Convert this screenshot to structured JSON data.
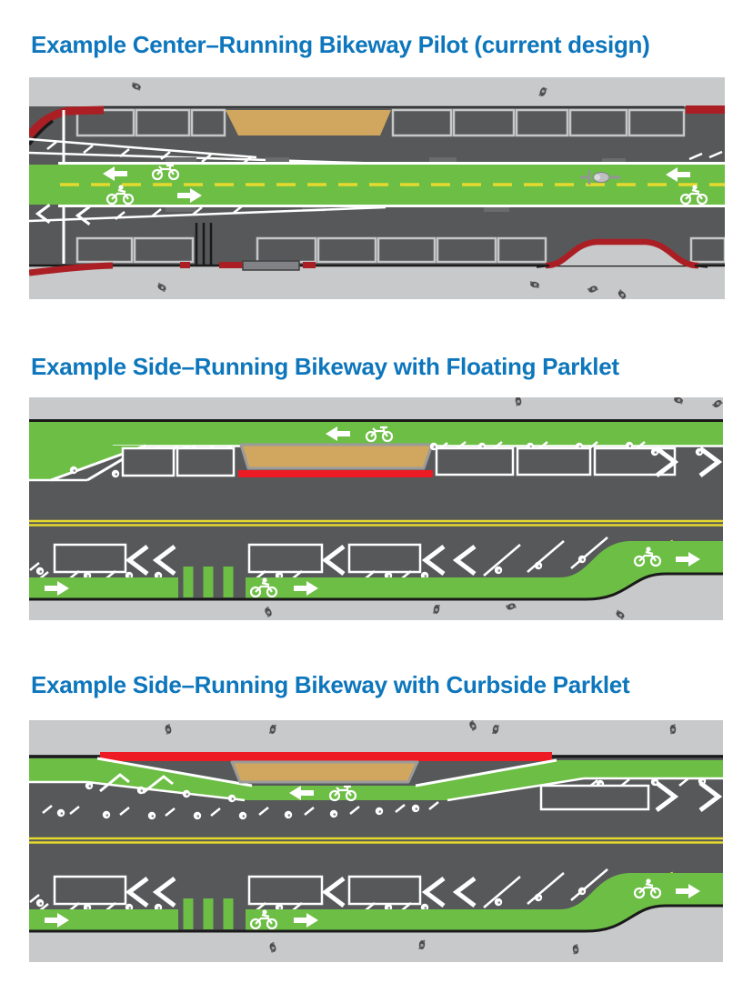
{
  "page": {
    "background": "#ffffff"
  },
  "sections": [
    {
      "title": "Example Center–Running Bikeway Pilot (current design)"
    },
    {
      "title": "Example Side–Running Bikeway with Floating Parklet"
    },
    {
      "title": "Example Side–Running Bikeway with Curbside Parklet"
    }
  ],
  "colors": {
    "title-blue": "#0d76bc",
    "sidewalk": "#c8c9ca",
    "road": "#57585a",
    "bike-green": "#6cbe45",
    "parklet-tan": "#d1a75f",
    "parklet-border": "#9b9b9b",
    "curb-red-dark": "#ab1f24",
    "stripe-red": "#ed1c24",
    "lane-yellow": "#e5d92e",
    "curb-black": "#1a1a1a",
    "figure-gray": "#4d4d4f",
    "bench-gray": "#808285"
  },
  "icons": {
    "bike-icon": "white bicycle pavement stencil",
    "biker-icon": "white bicycle-with-rider pavement stencil",
    "arrow-icon": "white directional lane arrow",
    "pedestrian-icon": "top-view person figure",
    "cyclist-icon": "top-view cyclist riding in bikeway",
    "parking-circle-icon": "small white parking marker circle",
    "chevron-icon": "white chevron parking/taper marking",
    "bollard-icon": "green flexible post across driveway"
  }
}
